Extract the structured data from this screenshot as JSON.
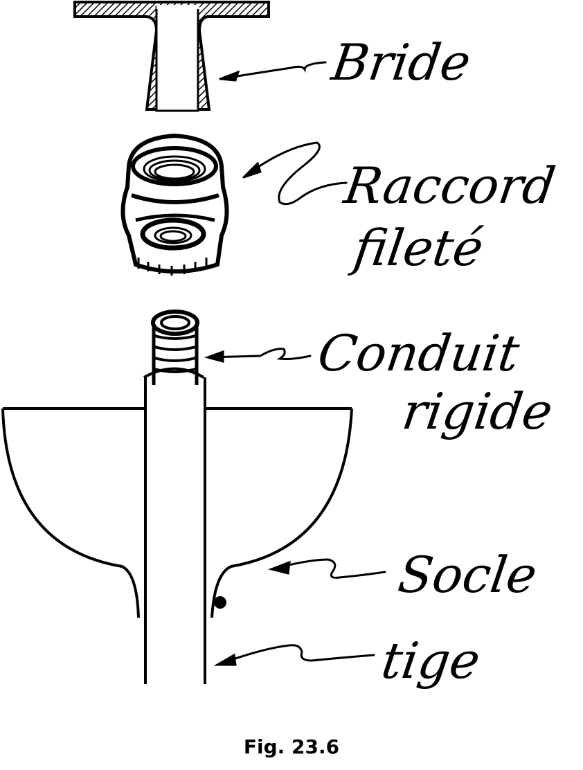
{
  "labels": {
    "bride": "Bride",
    "raccord_line1": "Raccord",
    "raccord_line2": "fileté",
    "conduit_line1": "Conduit",
    "conduit_line2": "rigide",
    "socle": "Socle",
    "tige": "tige"
  },
  "caption": "Fig. 23.6",
  "colors": {
    "ink": "#000000",
    "paper": "#ffffff"
  }
}
